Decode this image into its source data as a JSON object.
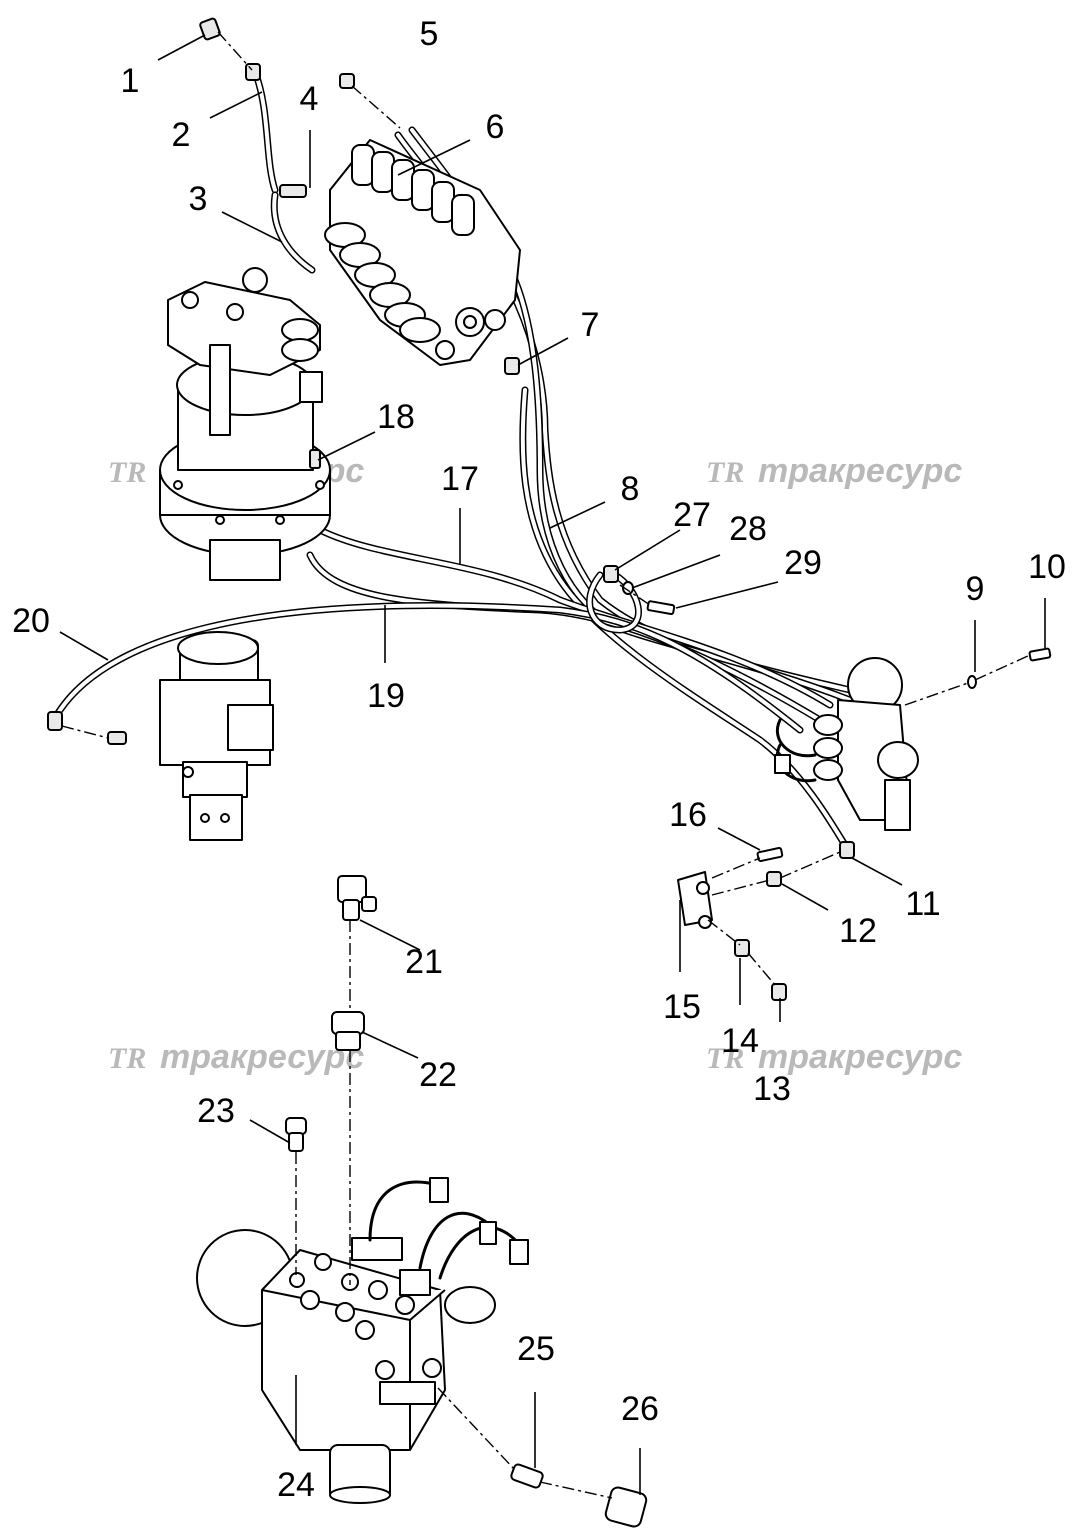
{
  "watermark": {
    "brand": "тракресурс",
    "logo": "TR"
  },
  "callouts": [
    "1",
    "2",
    "3",
    "4",
    "5",
    "6",
    "7",
    "8",
    "9",
    "10",
    "11",
    "12",
    "13",
    "14",
    "15",
    "16",
    "17",
    "18",
    "19",
    "20",
    "21",
    "22",
    "23",
    "24",
    "25",
    "26",
    "27",
    "28",
    "29"
  ]
}
